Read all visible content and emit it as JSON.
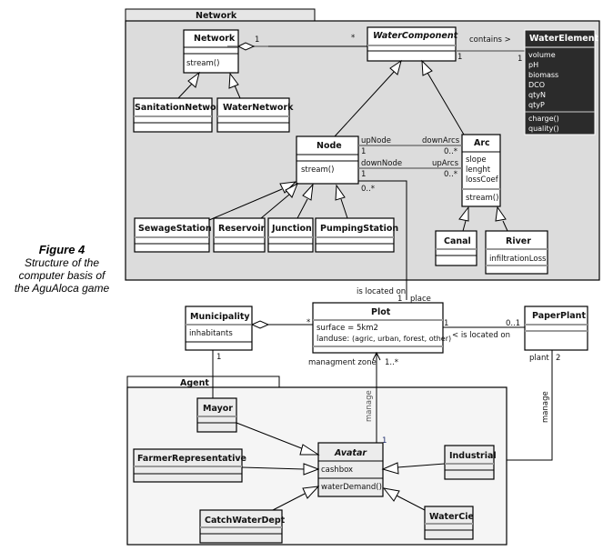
{
  "caption": {
    "title": "Figure 4",
    "lines": [
      "Structure of the",
      "computer basis of",
      "the AguAloca game"
    ]
  },
  "packages": {
    "network": {
      "label": "Network"
    },
    "agent": {
      "label": "Agent"
    }
  },
  "classes": {
    "network": {
      "name": "Network",
      "attributes": [],
      "operations": [
        "stream()"
      ]
    },
    "sanitation_network": {
      "name": "SanitationNetwork"
    },
    "water_network": {
      "name": "WaterNetwork"
    },
    "water_component": {
      "name": "WaterComponent",
      "abstract": true
    },
    "water_element": {
      "name": "WaterElement",
      "attributes": [
        "volume",
        "pH",
        "biomass",
        "DCO",
        "qtyN",
        "qtyP"
      ],
      "operations": [
        "charge()",
        "quality()"
      ]
    },
    "node": {
      "name": "Node",
      "operations": [
        "stream()"
      ]
    },
    "arc": {
      "name": "Arc",
      "attributes": [
        "slope",
        "lenght",
        "lossCoef"
      ],
      "operations": [
        "stream()"
      ]
    },
    "sewage_station": {
      "name": "SewageStation"
    },
    "reservoir": {
      "name": "Reservoir"
    },
    "junction": {
      "name": "Junction"
    },
    "pumping_station": {
      "name": "PumpingStation"
    },
    "canal": {
      "name": "Canal"
    },
    "river": {
      "name": "River",
      "attributes": [
        "infiltrationLoss"
      ]
    },
    "municipality": {
      "name": "Municipality",
      "attributes": [
        "inhabitants"
      ]
    },
    "plot": {
      "name": "Plot",
      "attributes": [
        "surface = 5km2"
      ],
      "landuse_label": "landuse:",
      "landuse_values": "(agric, urban, forest, other)"
    },
    "paper_plant": {
      "name": "PaperPlant"
    },
    "mayor": {
      "name": "Mayor"
    },
    "farmer_representative": {
      "name": "FarmerRepresentative"
    },
    "avatar": {
      "name": "Avatar",
      "abstract": true,
      "attributes": [
        "cashbox"
      ],
      "operations": [
        "waterDemand()"
      ]
    },
    "industrial": {
      "name": "Industrial"
    },
    "catch_water_dept": {
      "name": "CatchWaterDept"
    },
    "water_cie": {
      "name": "WaterCie"
    }
  },
  "associations": {
    "network_component": {
      "mult_network": "1",
      "mult_component": "*"
    },
    "contains": {
      "label": "contains >",
      "mult_component": "1",
      "mult_element": "1"
    },
    "up": {
      "role_node": "upNode",
      "mult_node": "1",
      "role_arc": "downArcs",
      "mult_arc": "0..*"
    },
    "down": {
      "role_node": "downNode",
      "mult_node": "1",
      "role_arc": "upArcs",
      "mult_arc": "0..*"
    },
    "node_plot": {
      "mult_node": "0..*",
      "label": "is located on",
      "mult_plot": "1",
      "role_plot": "place"
    },
    "municipality_plot": {
      "mult_plot": "*"
    },
    "plot_paperplant": {
      "mult_plot": "1",
      "mult_paper": "0..1",
      "label": "< is located on"
    },
    "municipality_mayor": {
      "mult": "1"
    },
    "plot_avatar": {
      "role": "managment zone",
      "mult_plot": "1..*",
      "label": "manage",
      "mult_avatar": "1"
    },
    "paperplant_industrial": {
      "role": "plant",
      "mult": "2",
      "label": "manage"
    }
  }
}
